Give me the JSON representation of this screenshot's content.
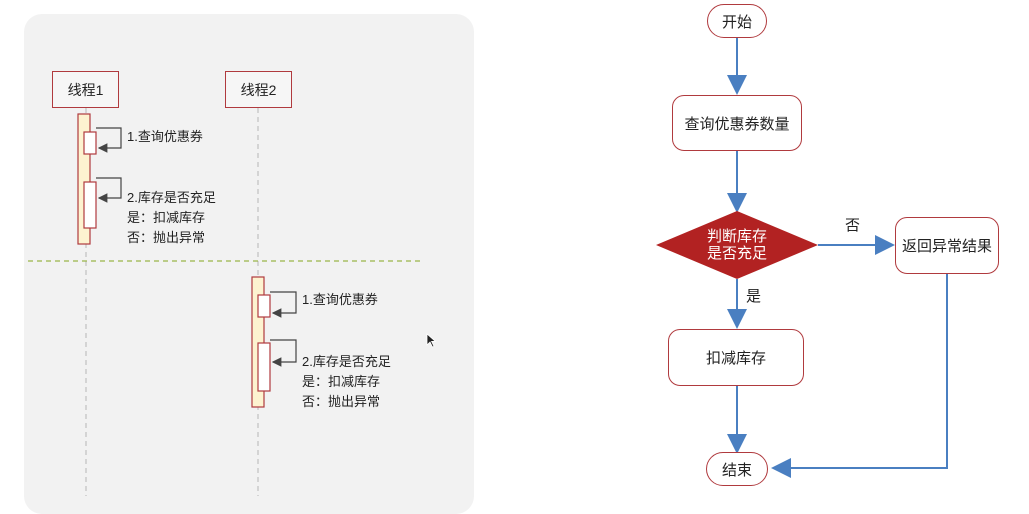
{
  "sequence": {
    "thread1": "线程1",
    "thread2": "线程2",
    "t1_step1": "1.查询优惠券",
    "t1_step2_line1": "2.库存是否充足",
    "t1_step2_line2": "是：扣减库存",
    "t1_step2_line3": "否：抛出异常",
    "t2_step1": "1.查询优惠券",
    "t2_step2_line1": "2.库存是否充足",
    "t2_step2_line2": "是：扣减库存",
    "t2_step2_line3": "否：抛出异常"
  },
  "flowchart": {
    "start": "开始",
    "query": "查询优惠券数量",
    "decision_line1": "判断库存",
    "decision_line2": "是否充足",
    "no_label": "否",
    "yes_label": "是",
    "error_result": "返回异常结果",
    "deduct": "扣减库存",
    "end": "结束"
  },
  "colors": {
    "node_border": "#b03a3e",
    "decision_fill": "#b22222",
    "arrow": "#4a7fc1",
    "activation_fill": "#fdf3d0",
    "divider": "#9ab54a"
  }
}
